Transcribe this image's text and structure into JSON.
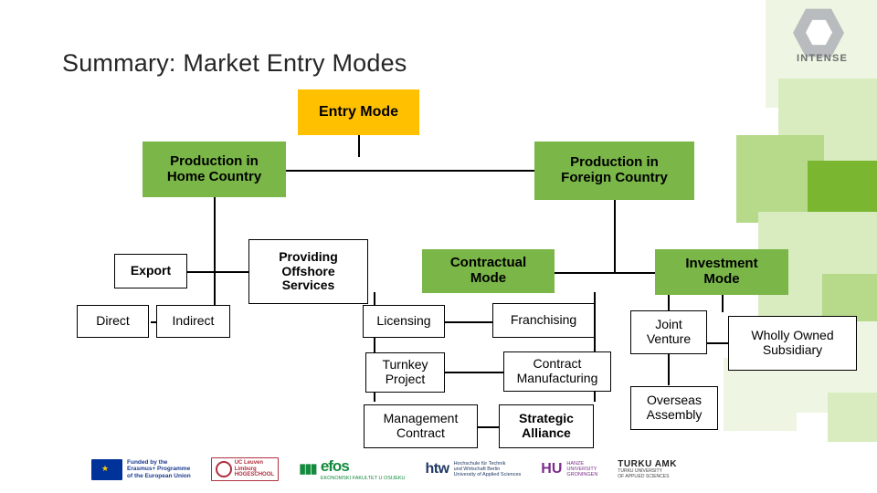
{
  "slide": {
    "title": "Summary: Market Entry Modes"
  },
  "brand": {
    "logo_name": "INTENSE",
    "accent_green": "#7ab648",
    "accent_amber": "#ffc000"
  },
  "chart_data": {
    "type": "tree",
    "title": "Summary: Market Entry Modes",
    "root": "Entry Mode",
    "nodes": [
      {
        "id": "entry-mode",
        "label": "Entry Mode",
        "level": 0,
        "style": "amber"
      },
      {
        "id": "production-home",
        "label": "Production in Home Country",
        "level": 1,
        "style": "green"
      },
      {
        "id": "production-foreign",
        "label": "Production in Foreign Country",
        "level": 1,
        "style": "green"
      },
      {
        "id": "export",
        "label": "Export",
        "level": 2,
        "style": "plain-bold"
      },
      {
        "id": "offshore-services",
        "label": "Providing Offshore Services",
        "level": 2,
        "style": "plain-bold"
      },
      {
        "id": "contractual-mode",
        "label": "Contractual Mode",
        "level": 2,
        "style": "green"
      },
      {
        "id": "investment-mode",
        "label": "Investment Mode",
        "level": 2,
        "style": "green"
      },
      {
        "id": "direct",
        "label": "Direct",
        "level": 3,
        "style": "plain"
      },
      {
        "id": "indirect",
        "label": "Indirect",
        "level": 3,
        "style": "plain"
      },
      {
        "id": "licensing",
        "label": "Licensing",
        "level": 3,
        "style": "plain"
      },
      {
        "id": "franchising",
        "label": "Franchising",
        "level": 3,
        "style": "plain"
      },
      {
        "id": "joint-venture",
        "label": "Joint Venture",
        "level": 3,
        "style": "plain"
      },
      {
        "id": "wholly-owned-subsidiary",
        "label": "Wholly Owned Subsidiary",
        "level": 3,
        "style": "plain"
      },
      {
        "id": "turnkey-project",
        "label": "Turnkey Project",
        "level": 3,
        "style": "plain"
      },
      {
        "id": "contract-manufacturing",
        "label": "Contract Manufacturing",
        "level": 3,
        "style": "plain"
      },
      {
        "id": "overseas-assembly",
        "label": "Overseas Assembly",
        "level": 3,
        "style": "plain"
      },
      {
        "id": "management-contract",
        "label": "Management Contract",
        "level": 3,
        "style": "plain"
      },
      {
        "id": "strategic-alliance",
        "label": "Strategic Alliance",
        "level": 3,
        "style": "plain"
      }
    ],
    "edges": [
      [
        "entry-mode",
        "production-home"
      ],
      [
        "entry-mode",
        "production-foreign"
      ],
      [
        "production-home",
        "export"
      ],
      [
        "production-home",
        "offshore-services"
      ],
      [
        "production-foreign",
        "contractual-mode"
      ],
      [
        "production-foreign",
        "investment-mode"
      ],
      [
        "export",
        "direct"
      ],
      [
        "export",
        "indirect"
      ],
      [
        "contractual-mode",
        "licensing"
      ],
      [
        "contractual-mode",
        "franchising"
      ],
      [
        "contractual-mode",
        "turnkey-project"
      ],
      [
        "contractual-mode",
        "contract-manufacturing"
      ],
      [
        "contractual-mode",
        "management-contract"
      ],
      [
        "contractual-mode",
        "strategic-alliance"
      ],
      [
        "investment-mode",
        "joint-venture"
      ],
      [
        "investment-mode",
        "wholly-owned-subsidiary"
      ],
      [
        "investment-mode",
        "overseas-assembly"
      ]
    ]
  },
  "labels": {
    "entry_mode": "Entry Mode",
    "production_home": "Production in\nHome Country",
    "production_home_l1": "Production in",
    "production_home_l2": "Home Country",
    "production_foreign_l1": "Production in",
    "production_foreign_l2": "Foreign Country",
    "export": "Export",
    "offshore_l1": "Providing",
    "offshore_l2": "Offshore",
    "offshore_l3": "Services",
    "contractual_l1": "Contractual",
    "contractual_l2": "Mode",
    "investment_l1": "Investment",
    "investment_l2": "Mode",
    "direct": "Direct",
    "indirect": "Indirect",
    "licensing": "Licensing",
    "franchising": "Franchising",
    "joint_l1": "Joint",
    "joint_l2": "Venture",
    "wholly_l1": "Wholly Owned",
    "wholly_l2": "Subsidiary",
    "turnkey_l1": "Turnkey",
    "turnkey_l2": "Project",
    "contract_mfg_l1": "Contract",
    "contract_mfg_l2": "Manufacturing",
    "overseas_l1": "Overseas",
    "overseas_l2": "Assembly",
    "management_l1": "Management",
    "management_l2": "Contract",
    "strategic_l1": "Strategic",
    "strategic_l2": "Alliance"
  },
  "footer": {
    "eu_l1": "Funded by the",
    "eu_l2": "Erasmus+ Programme",
    "eu_l3": "of the European Union",
    "uc_l1": "UC Leuven",
    "uc_l2": "Limburg",
    "uc_sub": "HOGESCHOOL",
    "efos_mark": "efos",
    "efos_sub": "EKONOMSKI FAKULTET U OSIJEKU",
    "htw_mark": "htw",
    "htw_sub_l1": "Hochschule für Technik",
    "htw_sub_l2": "und Wirtschaft Berlin",
    "htw_sub_l3": "University of Applied Sciences",
    "hu_mark": "HU",
    "hu_sub_l1": "HANZE",
    "hu_sub_l2": "UNIVERSITY",
    "hu_sub_l3": "GRONINGEN",
    "turku_mark": "TURKU AMK",
    "turku_sub_l1": "TURKU UNIVERSITY",
    "turku_sub_l2": "OF APPLIED SCIENCES"
  }
}
